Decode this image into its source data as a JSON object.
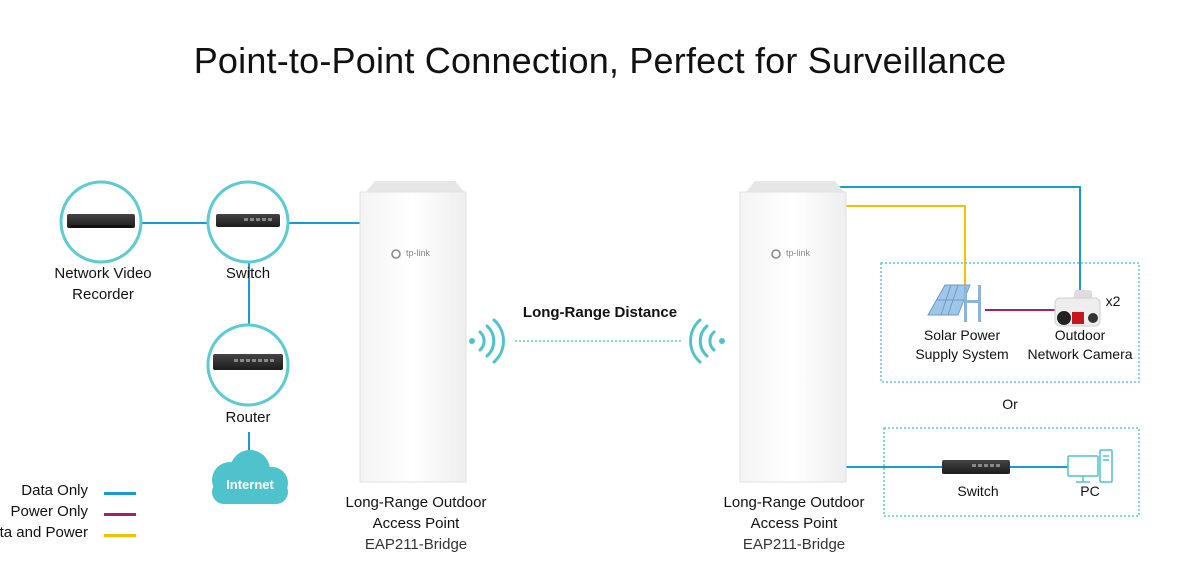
{
  "title": "Point-to-Point Connection, Perfect for Surveillance",
  "nodes": {
    "nvr": "Network Video\nRecorder",
    "switch_left": "Switch",
    "router": "Router",
    "internet": "Internet",
    "ap_left": {
      "name": "Long-Range Outdoor\nAccess Point",
      "model": "EAP211-Bridge"
    },
    "ap_right": {
      "name": "Long-Range Outdoor\nAccess Point",
      "model": "EAP211-Bridge"
    },
    "solar": "Solar Power\nSupply System",
    "camera": "Outdoor\nNetwork Camera",
    "camera_count": "x2",
    "switch_right": "Switch",
    "pc": "PC",
    "brand": "tp-link"
  },
  "link_label": "Long-Range Distance",
  "or_label": "Or",
  "legend": [
    {
      "label": "Data Only",
      "color": "#1a9ad6"
    },
    {
      "label": "Power Only",
      "color": "#a3206e"
    },
    {
      "label": "Data and Power",
      "color": "#f2c200"
    }
  ],
  "colors": {
    "ring": "#5ccbd3",
    "accent": "#4fc3cc"
  }
}
